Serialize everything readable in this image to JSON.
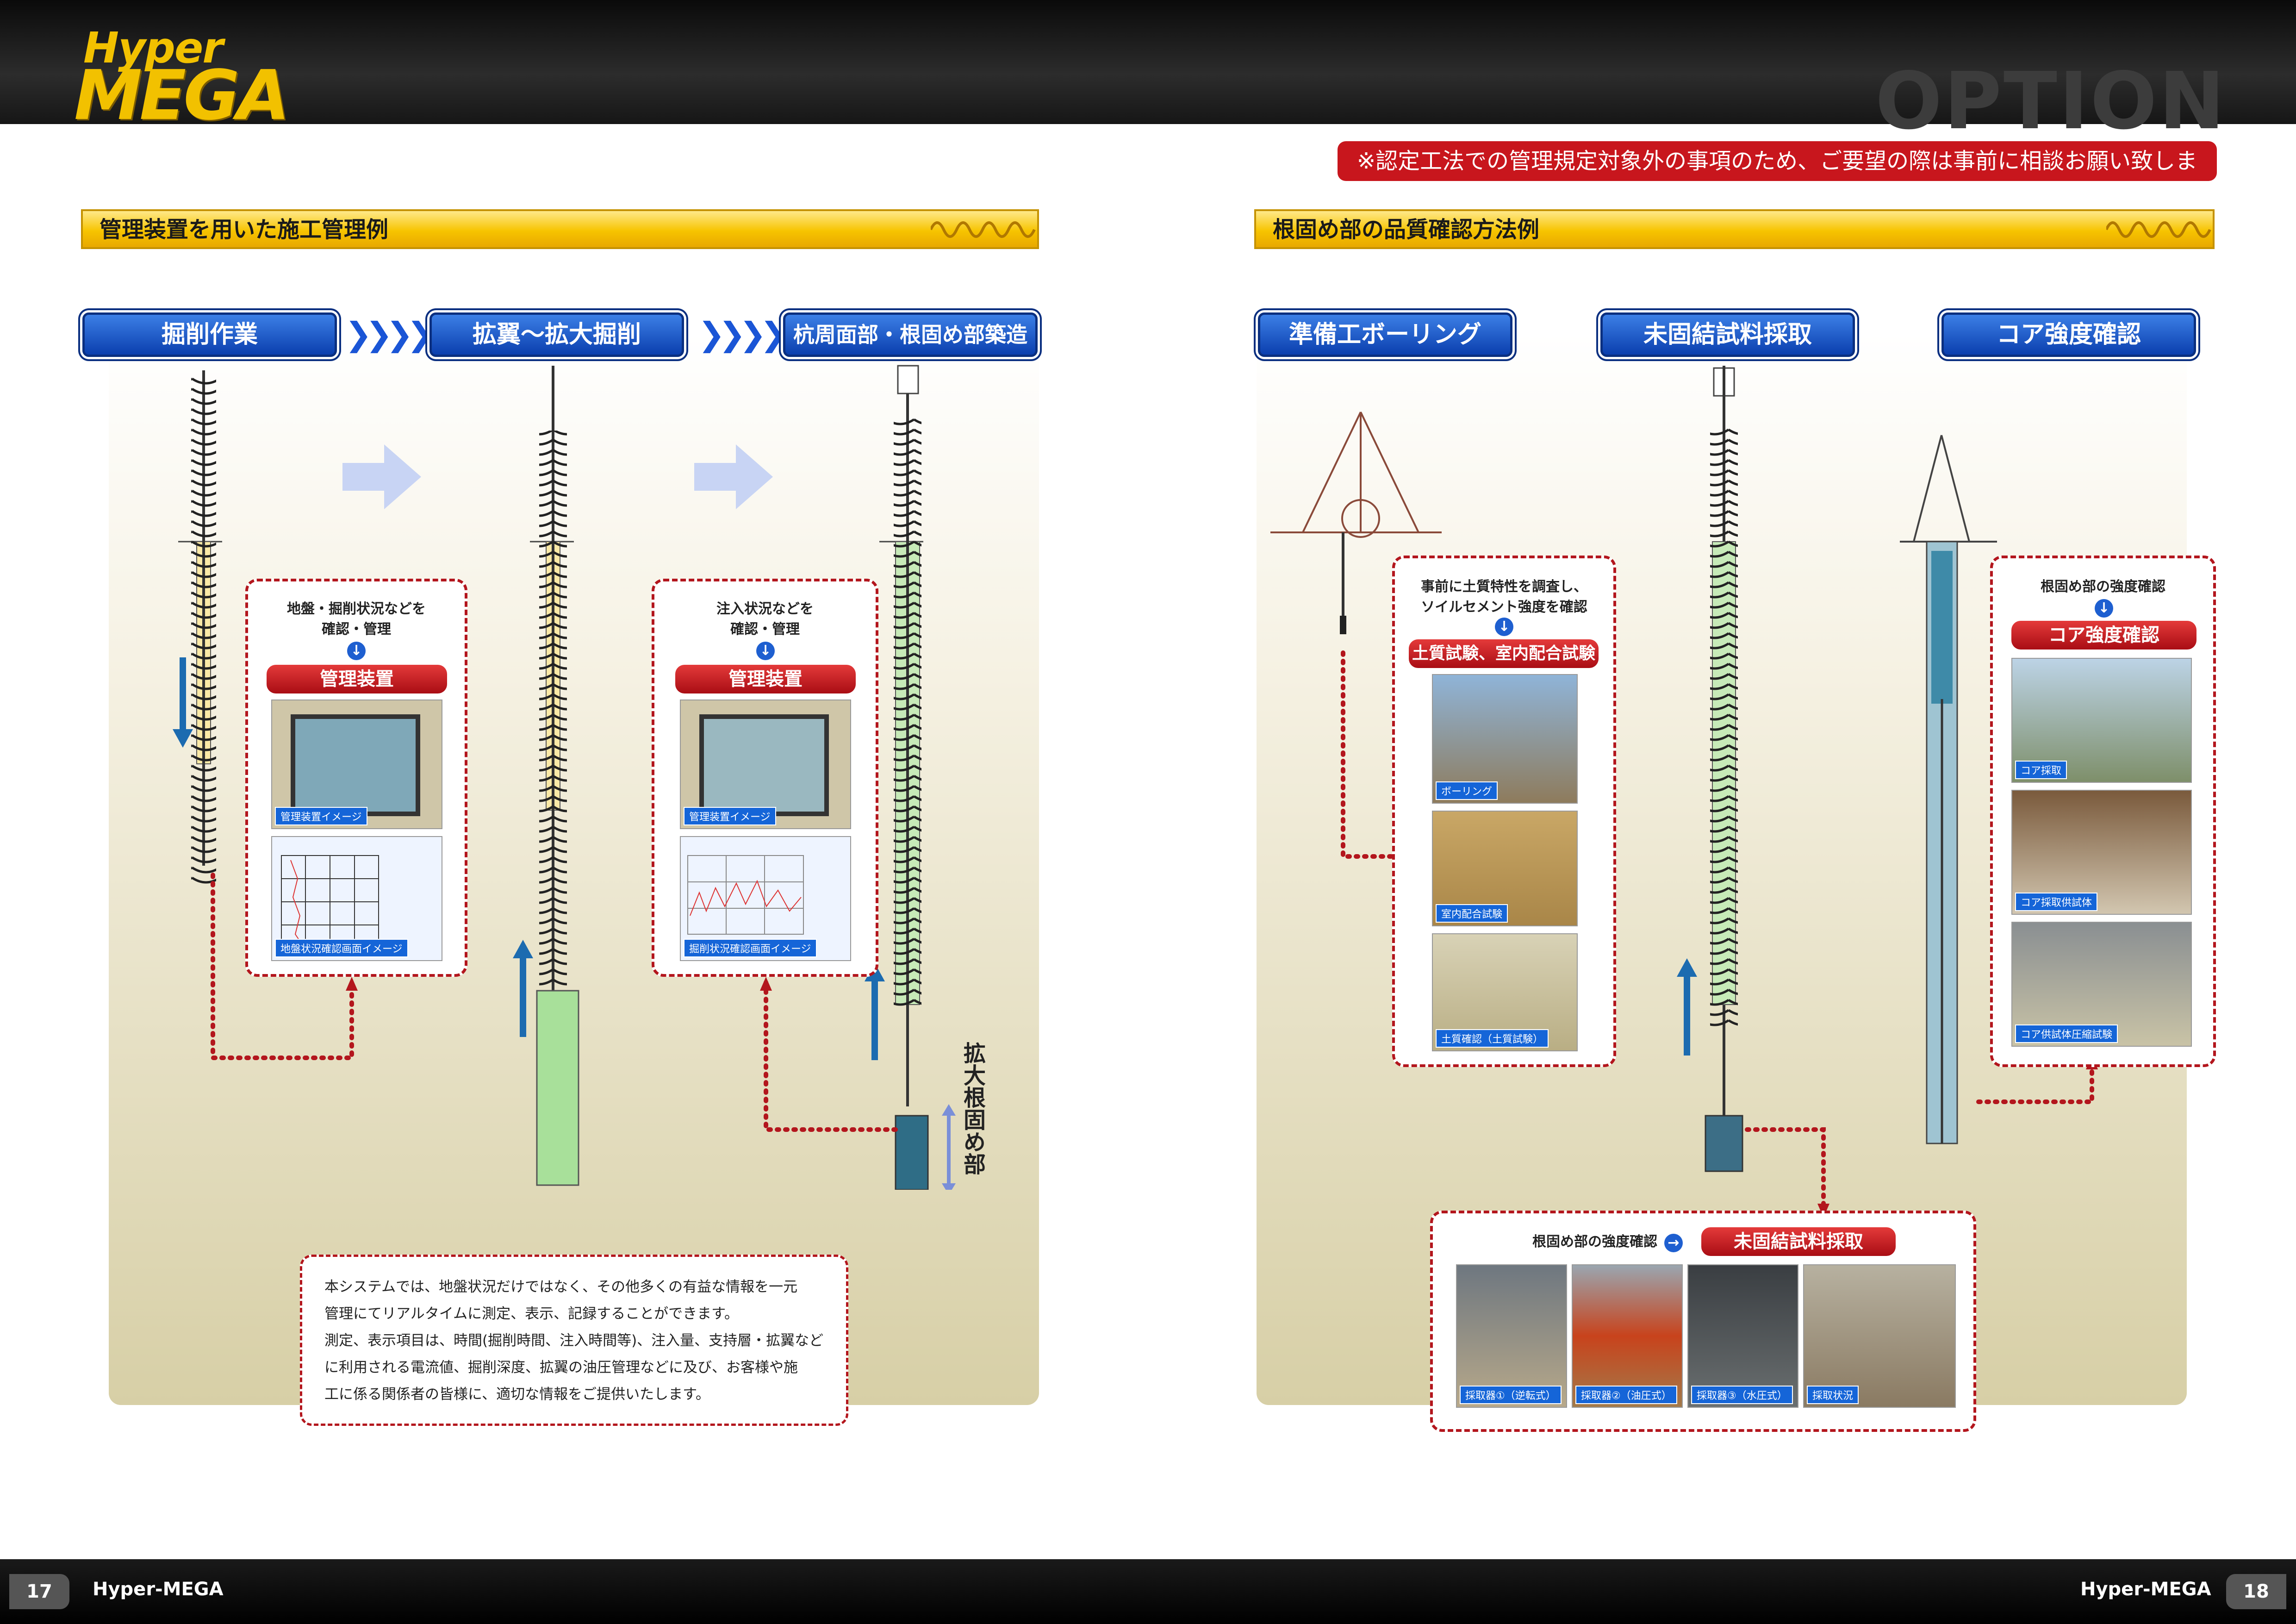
{
  "header": {
    "logo_top": "Hyper",
    "logo_main": "MEGA",
    "title": "OPTION",
    "notice": "※認定工法での管理規定対象外の事項のため、ご要望の際は事前に相談お願い致します。"
  },
  "left": {
    "section_title": "管理装置を用いた施工管理例",
    "steps": [
      "掘削作業",
      "拡翼～拡大掘削",
      "杭周面部・根固め部築造"
    ],
    "box1": {
      "text1": "地盤・掘削状況などを",
      "text2": "確認・管理",
      "label": "管理装置",
      "cap1": "管理装置イメージ",
      "cap2": "地盤状況確認画面イメージ"
    },
    "box2": {
      "text1": "注入状況などを",
      "text2": "確認・管理",
      "label": "管理装置",
      "cap1": "管理装置イメージ",
      "cap2": "掘削状況確認画面イメージ"
    },
    "vertical_label": "拡大根固め部",
    "description": [
      "本システムでは、地盤状況だけではなく、その他多くの有益な情報を一元",
      "管理にてリアルタイムに測定、表示、記録することができます。",
      "測定、表示項目は、時間(掘削時間、注入時間等)、注入量、支持層・拡翼など",
      "に利用される電流値、掘削深度、拡翼の油圧管理などに及び、お客様や施",
      "工に係る関係者の皆様に、適切な情報をご提供いたします。"
    ]
  },
  "right": {
    "section_title": "根固め部の品質確認方法例",
    "steps": [
      "準備工ボーリング",
      "未固結試料採取",
      "コア強度確認"
    ],
    "box1": {
      "text1": "事前に土質特性を調査し、",
      "text2": "ソイルセメント強度を確認",
      "label": "土質試験、室内配合試験",
      "caps": [
        "ボーリング",
        "室内配合試験",
        "土質確認（土質試験）"
      ]
    },
    "box2": {
      "text1": "根固め部の強度確認",
      "label": "コア強度確認",
      "caps": [
        "コア採取",
        "コア採取供試体",
        "コア供試体圧縮試験"
      ]
    },
    "box3": {
      "text1": "根固め部の強度確認",
      "label": "未固結試料採取",
      "caps": [
        "採取器①（逆転式）",
        "採取器②（油圧式）",
        "採取器③（水圧式）",
        "採取状況"
      ]
    }
  },
  "footer": {
    "brand": "Hyper-MEGA",
    "page_left": "17",
    "page_right": "18"
  },
  "colors": {
    "accent_red": "#c8161d",
    "accent_blue": "#1a55d6",
    "section_yellow": "#f7c400"
  }
}
